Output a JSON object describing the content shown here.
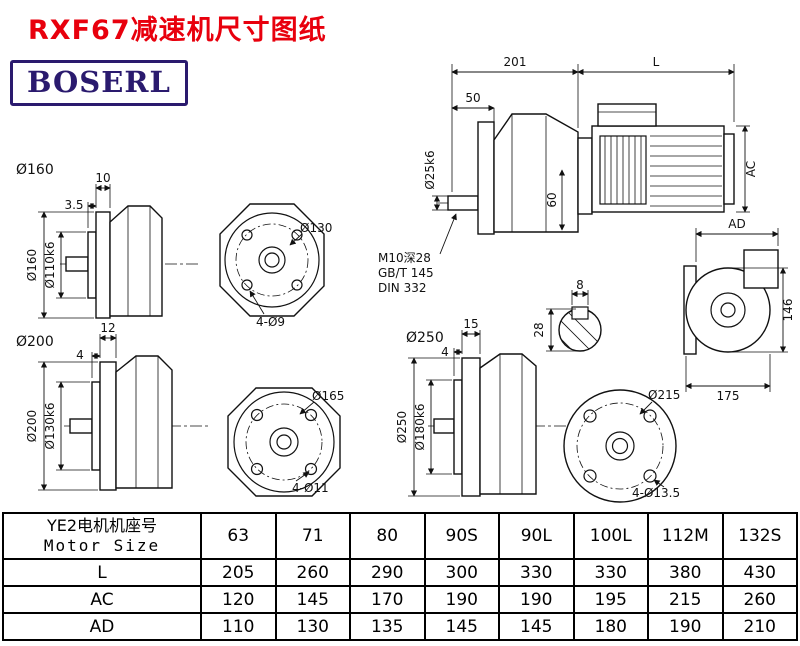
{
  "title": "RXF67减速机尺寸图纸",
  "logo": "BOSERL",
  "colors": {
    "title_red": "#e8000d",
    "logo_navy": "#2a1a6e",
    "line_black": "#111111"
  },
  "main_view": {
    "dim_201": "201",
    "dim_L": "L",
    "dim_50": "50",
    "shaft_dia": "Ø25k6",
    "dim_60": "60",
    "dim_AC": "AC",
    "note_line1": "M10深28",
    "note_line2": "GB/T 145",
    "note_line3": "DIN 332"
  },
  "key_detail": {
    "dim_8": "8",
    "dim_28": "28"
  },
  "right_view": {
    "dim_AD": "AD",
    "dim_146": "146",
    "dim_175": "175"
  },
  "view_160": {
    "label": "Ø160",
    "dim_10": "10",
    "dim_3_5": "3.5",
    "dia_outer": "Ø160",
    "dia_pilot": "Ø110k6",
    "flange_dia": "Ø130",
    "bolt_holes": "4-Ø9"
  },
  "view_200": {
    "label": "Ø200",
    "dim_12": "12",
    "dim_4": "4",
    "dia_outer": "Ø200",
    "dia_pilot": "Ø130k6",
    "flange_dia": "Ø165",
    "bolt_holes": "4-Ø11"
  },
  "view_250": {
    "label": "Ø250",
    "dim_15": "15",
    "dim_4": "4",
    "dia_outer": "Ø250",
    "dia_pilot": "Ø180k6",
    "flange_dia": "Ø215",
    "bolt_holes": "4-Ø13.5"
  },
  "table": {
    "header_cn": "YE2电机机座号",
    "header_en": "Motor Size",
    "motor_sizes": [
      "63",
      "71",
      "80",
      "90S",
      "90L",
      "100L",
      "112M",
      "132S"
    ],
    "rows": [
      {
        "label": "L",
        "values": [
          "205",
          "260",
          "290",
          "300",
          "330",
          "330",
          "380",
          "430"
        ]
      },
      {
        "label": "AC",
        "values": [
          "120",
          "145",
          "170",
          "190",
          "190",
          "195",
          "215",
          "260"
        ]
      },
      {
        "label": "AD",
        "values": [
          "110",
          "130",
          "135",
          "145",
          "145",
          "180",
          "190",
          "210"
        ]
      }
    ]
  }
}
